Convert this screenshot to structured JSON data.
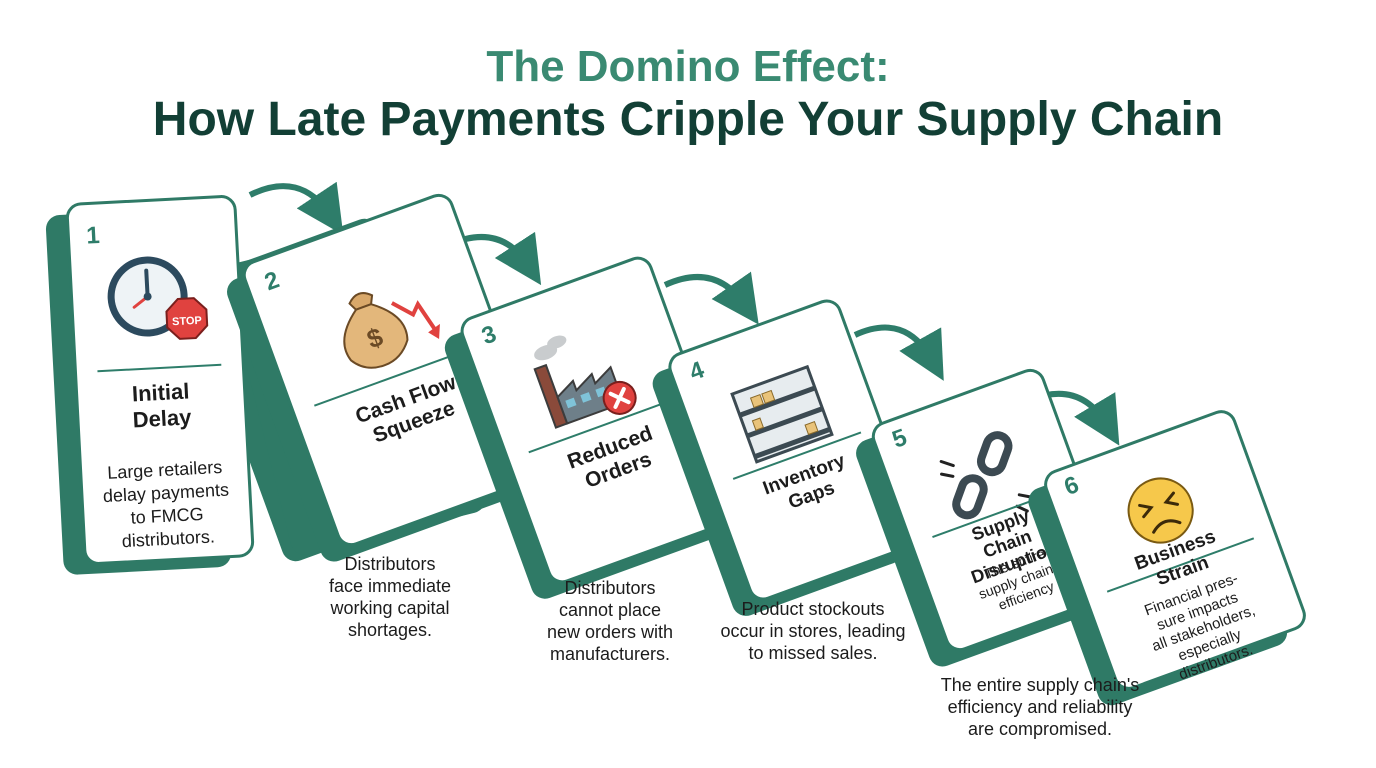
{
  "title": {
    "line1": "The Domino Effect:",
    "line2": "How Late Payments Cripple Your Supply Chain"
  },
  "colors": {
    "accent": "#2e7d6a",
    "title_light": "#3a8a72",
    "title_dark": "#123f35",
    "domino_side": "#2f7a66"
  },
  "dominoes": [
    {
      "number": "1",
      "title": [
        "Initial",
        "Delay"
      ],
      "icon": "clock-stop-sign-icon",
      "text": [
        "Large retailers",
        "delay payments",
        "to FMCG",
        "distributors."
      ]
    },
    {
      "number": "2",
      "title": [
        "Cash Flow",
        "Squeeze"
      ],
      "icon": "money-bag-down-arrow-icon",
      "text": []
    },
    {
      "number": "3",
      "title": [
        "Reduced",
        "Orders"
      ],
      "icon": "factory-cancel-icon",
      "text": []
    },
    {
      "number": "4",
      "title": [
        "Inventory",
        "Gaps"
      ],
      "icon": "empty-shelves-icon",
      "text": []
    },
    {
      "number": "5",
      "title": [
        "Supply",
        "Chain",
        "Disruption"
      ],
      "icon": "broken-chain-icon",
      "text": [
        "The entire",
        "supply chain's",
        "efficiency"
      ]
    },
    {
      "number": "6",
      "title": [
        "Business",
        "Strain"
      ],
      "icon": "worried-face-icon",
      "text": [
        "Financial pres-",
        "sure impacts",
        "all stakeholders,",
        "especially",
        "distributors."
      ]
    }
  ],
  "captions": [
    "Distributors\nface immediate\nworking capital\nshortages.",
    "Distributors\ncannot place\nnew orders with\nmanufacturers.",
    "Product stockouts\noccur in stores, leading\nto missed sales.",
    "The entire supply chain's\nefficiency and reliability\nare compromised."
  ]
}
